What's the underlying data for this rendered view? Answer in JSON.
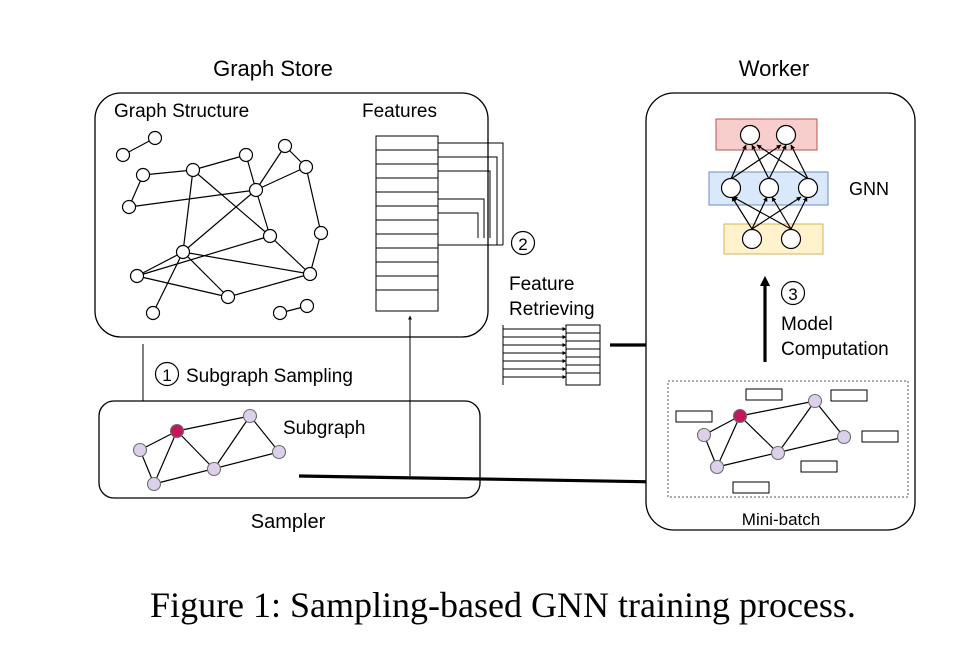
{
  "diagram": {
    "graph_store_title": "Graph Store",
    "graph_structure_label": "Graph Structure",
    "features_label": "Features",
    "worker_title": "Worker",
    "gnn_label": "GNN",
    "sampler_title": "Sampler",
    "subgraph_label": "Subgraph",
    "minibatch_label": "Mini-batch",
    "steps": [
      {
        "number": "1",
        "label": "Subgraph Sampling"
      },
      {
        "number": "2",
        "label_line1": "Feature",
        "label_line2": "Retrieving"
      },
      {
        "number": "3",
        "label_line1": "Model",
        "label_line2": "Computation"
      }
    ],
    "colors": {
      "gnn_output_layer": "#f8cecc",
      "gnn_hidden_layer": "#dae8fc",
      "gnn_input_layer": "#fff2cc",
      "sampled_node": "#ddd0ea",
      "target_node": "#c2185b"
    }
  },
  "caption": "Figure 1: Sampling-based GNN training process."
}
